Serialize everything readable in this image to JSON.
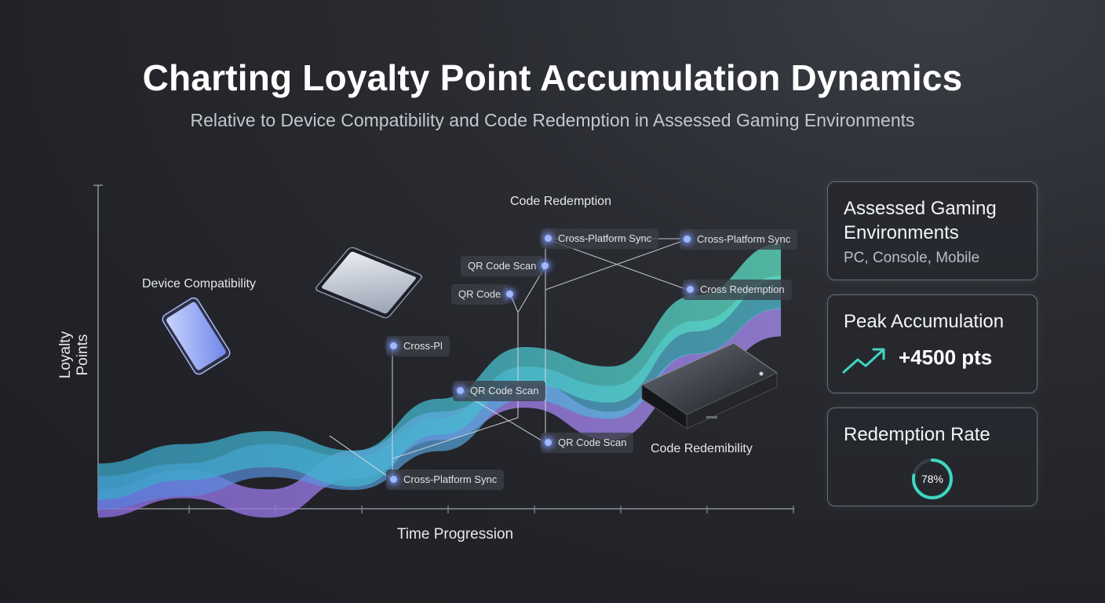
{
  "header": {
    "title": "Charting Loyalty Point Accumulation Dynamics",
    "subtitle": "Relative to Device Compatibility and Code Redemption in Assessed Gaming Environments"
  },
  "chart_data": {
    "type": "area",
    "xlabel": "Time Progression",
    "ylabel": "Loyalty Points",
    "x": [
      0,
      1,
      2,
      3,
      4,
      5,
      6,
      7,
      8
    ],
    "series": [
      {
        "values": [
          14,
          20,
          24,
          18,
          34,
          50,
          44,
          66,
          82
        ]
      },
      {
        "values": [
          10,
          14,
          20,
          16,
          28,
          44,
          38,
          58,
          72
        ]
      },
      {
        "values": [
          6,
          12,
          6,
          18,
          30,
          40,
          30,
          48,
          62
        ]
      }
    ],
    "grid": false,
    "legend": "none",
    "category_labels": [
      "Device Compatibility",
      "Code Redemption",
      "Code Redemibility"
    ],
    "annotations": [
      "Cross-Platform Sync",
      "QR Code Scan",
      "QR Code",
      "Cross-Platform Sync",
      "Cross Redemption",
      "Cross-Pl",
      "QR Code Scan",
      "QR Code Scan",
      "Cross-Platform Sync"
    ],
    "colors": {
      "teal": "#3fd6c0",
      "blue": "#5aa0e0",
      "purple": "#9a7ae8",
      "node_glow": "#9fb8ff",
      "connector": "#d8dbe2"
    },
    "icons": [
      "smartphone-icon",
      "tablet-icon",
      "game-console-icon"
    ]
  },
  "cards": {
    "environments": {
      "title": "Assessed Gaming Environments",
      "subtitle": "PC, Console, Mobile"
    },
    "peak": {
      "title": "Peak Accumulation",
      "value": "+4500 pts",
      "icon": "trend-up-icon"
    },
    "redemption": {
      "title": "Redemption Rate",
      "value": "78%",
      "rate": 0.78,
      "accent": "#3fd6c0"
    }
  }
}
